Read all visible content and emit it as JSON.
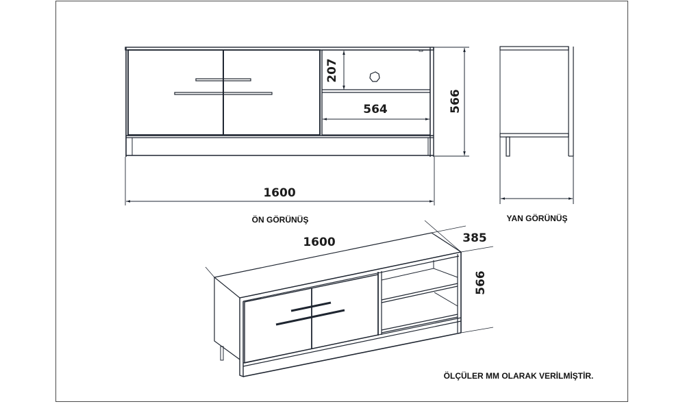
{
  "drawing": {
    "front_view": {
      "caption": "ÖN GÖRÜNÜŞ",
      "dimensions": {
        "total_width": "1600",
        "height": "566",
        "shelf_height": "207",
        "shelf_width": "564"
      }
    },
    "side_view": {
      "caption": "YAN GÖRÜNÜŞ"
    },
    "isometric_view": {
      "dimensions": {
        "width": "1600",
        "depth": "385",
        "height": "566"
      }
    },
    "note": "ÖLÇÜLER MM OLARAK VERİLMİŞTİR.",
    "colors": {
      "line": "#1e2530",
      "frame": "#4a4a4a",
      "background": "#ffffff"
    }
  }
}
